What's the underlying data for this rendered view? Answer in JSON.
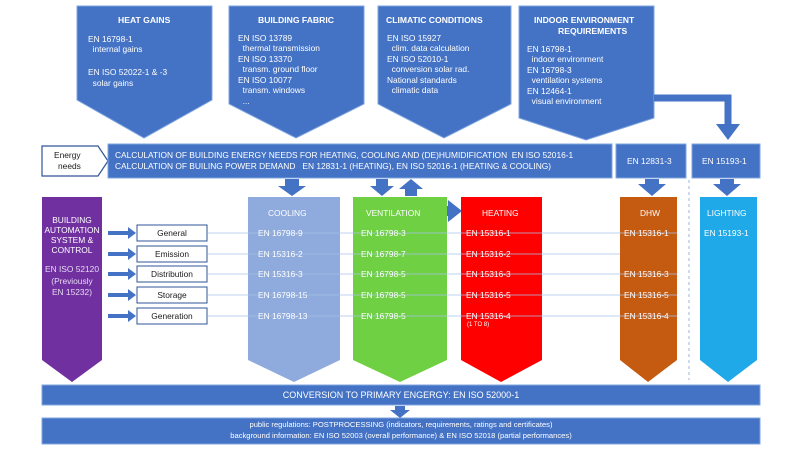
{
  "colors": {
    "box_blue": "#4472C4",
    "box_border": "#7FA6E0",
    "cooling": "#8FAADC",
    "ventilation": "#70D043",
    "heating": "#FF0000",
    "dhw": "#C55A11",
    "lighting": "#1FA9E8",
    "automation": "#7030A0",
    "arrow": "#4472C4"
  },
  "top_boxes": {
    "heat_gains": {
      "title": "HEAT GAINS",
      "lines": [
        "EN 16798-1",
        "  internal gains",
        "",
        "EN ISO 52022-1 & -3",
        "  solar gains"
      ]
    },
    "building_fabric": {
      "title": "BUILDING FABRIC",
      "lines": [
        "EN ISO 13789",
        "  thermal transmission",
        "EN ISO 13370",
        "  transm. ground floor",
        "EN ISO 10077",
        "  transm. windows",
        "  ..."
      ]
    },
    "climatic_conditions": {
      "title": "CLIMATIC CONDITIONS",
      "lines": [
        "EN ISO 15927",
        "  clim. data calculation",
        "EN ISO 52010-1",
        "  conversion solar rad.",
        "National standards",
        "  climatic data"
      ]
    },
    "indoor_environment": {
      "title_line1": "INDOOR ENVIRONMENT",
      "title_line2": "REQUIREMENTS",
      "lines": [
        "EN 16798-1",
        "  indoor environment",
        "EN 16798-3",
        "  ventilation systems",
        "EN 12464-1",
        "  visual environment"
      ]
    }
  },
  "energy_needs": {
    "label_line1": "Energy",
    "label_line2": "needs",
    "line1": "CALCULATION OF BUILDING ENERGY NEEDS FOR HEATING, COOLING AND (DE)HUMIDIFICATION  EN ISO 52016-1",
    "line2": "CALCULATION OF BUILING POWER DEMAND   EN 12831-1 (HEATING), EN ISO 52016-1 (HEATING & COOLING)",
    "en_12831_3": "EN 12831-3",
    "en_15193_1": "EN 15193-1"
  },
  "automation": {
    "line1": "BUILDING",
    "line2": "AUTOMATION",
    "line3": "SYSTEM &",
    "line4": "CONTROL",
    "std": "EN ISO 52120",
    "prev1": "(Previously",
    "prev2": "EN 15232)"
  },
  "rows": [
    "General",
    "Emission",
    "Distribution",
    "Storage",
    "Generation"
  ],
  "columns": {
    "cooling": {
      "title": "COOLING",
      "values": [
        "EN 16798-9",
        "EN 15316-2",
        "EN 15316-3",
        "EN 16798-15",
        "EN 16798-13"
      ]
    },
    "ventilation": {
      "title": "VENTILATION",
      "values": [
        "EN 16798-3",
        "EN 16798-7",
        "EN 16798-5",
        "EN 16798-5",
        "EN 16798-5"
      ]
    },
    "heating": {
      "title": "HEATING",
      "values": [
        "EN 15316-1",
        "EN 15316-2",
        "EN 15316-3",
        "EN 15316-5",
        "EN 15316-4"
      ],
      "note": "(1 TO 8)"
    },
    "dhw": {
      "title": "DHW",
      "values": [
        "EN 15316-1",
        "",
        "EN 15316-3",
        "EN 15316-5",
        "EN 15316-4"
      ]
    },
    "lighting": {
      "title": "LIGHTING",
      "values": [
        "EN 15193-1"
      ]
    }
  },
  "conversion": "CONVERSION TO PRIMARY ENGERGY: EN ISO 52000-1",
  "bottom": {
    "line1": "public regulations: POSTPROCESSING (indicators, requirements, ratings and certificates)",
    "line2": "background information: EN ISO 52003 (overall performance) & EN ISO 52018 (partial performances)"
  }
}
